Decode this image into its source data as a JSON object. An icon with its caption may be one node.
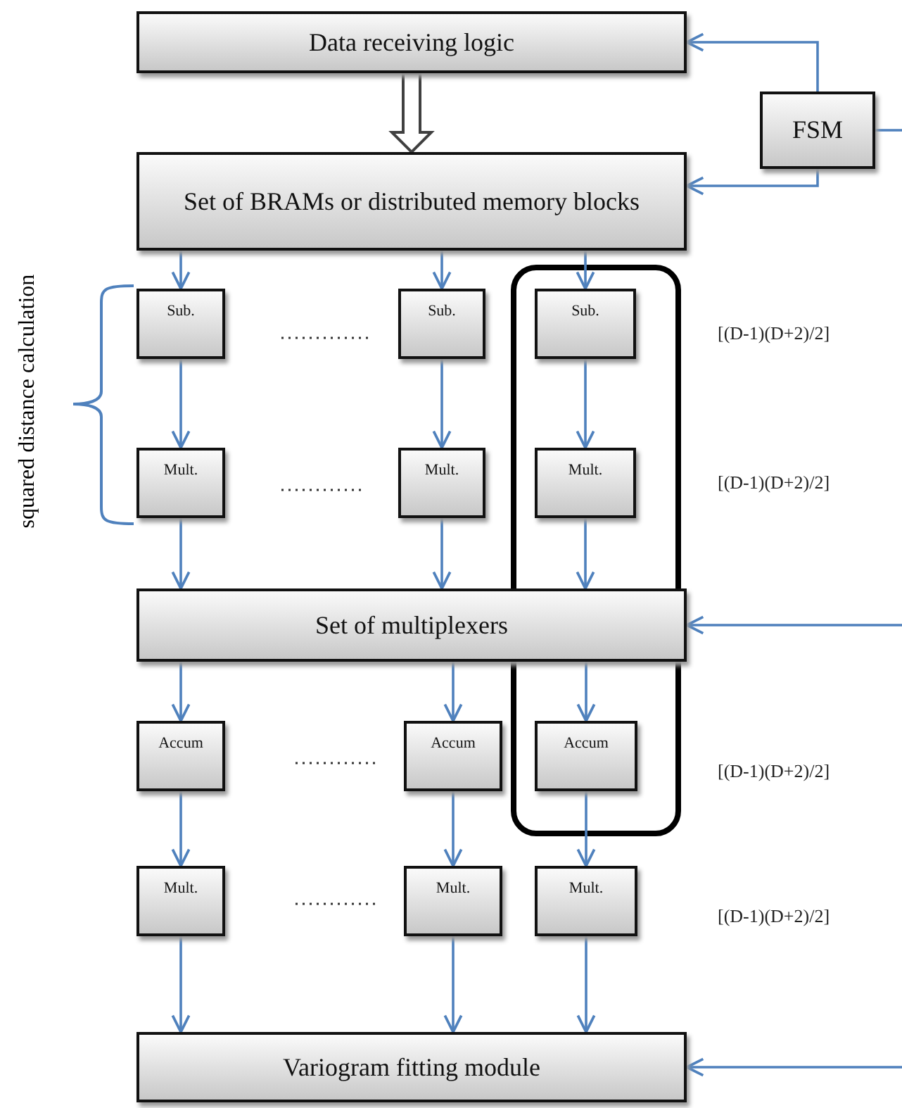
{
  "diagram": {
    "nodes": [
      {
        "text": [
          "Data receiving logic"
        ]
      },
      {
        "text": [
          "FSM"
        ]
      },
      {
        "text": [
          "Set of BRAMs or distributed memory blocks"
        ]
      },
      {
        "text": [
          "Sub."
        ]
      },
      {
        "text": [
          "Sub."
        ]
      },
      {
        "text": [
          "Sub."
        ]
      },
      {
        "text": [
          "Mult."
        ]
      },
      {
        "text": [
          "Mult."
        ]
      },
      {
        "text": [
          "Mult."
        ]
      },
      {
        "text": [
          "Set of multiplexers"
        ]
      },
      {
        "text": [
          "Accum"
        ]
      },
      {
        "text": [
          "Accum"
        ]
      },
      {
        "text": [
          "Accum"
        ]
      },
      {
        "text": [
          "Mult."
        ]
      },
      {
        "text": [
          "Mult."
        ]
      },
      {
        "text": [
          "Mult."
        ]
      },
      {
        "text": [
          "Variogram fitting module"
        ]
      }
    ],
    "edges": [
      {
        "from": 0,
        "to": 2,
        "arrow": "to",
        "style": "thick",
        "color": "#404040"
      },
      {
        "from": 1,
        "to": 0,
        "arrow": "to"
      },
      {
        "from": 1,
        "to": 2,
        "arrow": "to"
      },
      {
        "from": 1,
        "to": null,
        "arrow": "none"
      },
      {
        "from": null,
        "to": 9,
        "arrow": "to"
      },
      {
        "from": null,
        "to": 16,
        "arrow": "to"
      },
      {
        "from": 2,
        "to": 3,
        "arrow": "to"
      },
      {
        "from": 2,
        "to": 4,
        "arrow": "to"
      },
      {
        "from": 2,
        "to": 5,
        "arrow": "to"
      },
      {
        "from": 3,
        "to": 6,
        "arrow": "to"
      },
      {
        "from": 4,
        "to": 7,
        "arrow": "to"
      },
      {
        "from": 5,
        "to": 8,
        "arrow": "to"
      },
      {
        "from": 6,
        "to": 9,
        "arrow": "to"
      },
      {
        "from": 7,
        "to": 9,
        "arrow": "to"
      },
      {
        "from": 8,
        "to": 9,
        "arrow": "to"
      },
      {
        "from": 9,
        "to": 10,
        "arrow": "to"
      },
      {
        "from": 9,
        "to": 11,
        "arrow": "to"
      },
      {
        "from": 9,
        "to": 12,
        "arrow": "to"
      },
      {
        "from": 10,
        "to": 13,
        "arrow": "to"
      },
      {
        "from": 11,
        "to": 14,
        "arrow": "to"
      },
      {
        "from": 12,
        "to": 15,
        "arrow": "to"
      },
      {
        "from": 13,
        "to": 16,
        "arrow": "to"
      },
      {
        "from": 14,
        "to": 16,
        "arrow": "to"
      },
      {
        "from": 15,
        "to": 16,
        "arrow": "to"
      }
    ],
    "labels": [
      "squared distance calculation",
      "[(D-1)(D+2)/2]",
      "[(D-1)(D+2)/2]",
      "[(D-1)(D+2)/2]",
      "[(D-1)(D+2)/2]"
    ]
  }
}
